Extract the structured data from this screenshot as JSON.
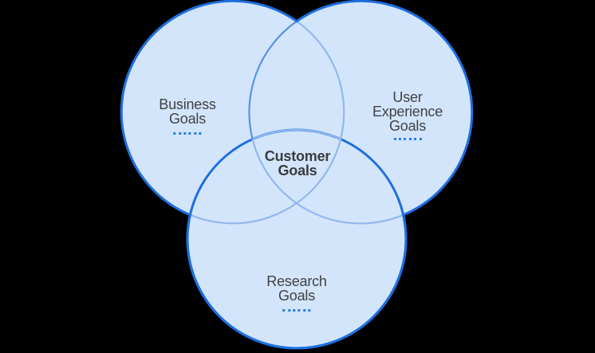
{
  "diagram": {
    "type": "venn",
    "background": "#000000",
    "colors": {
      "circle_fill": "#d3e5fa",
      "circle_stroke": "#1d6fe0",
      "inner_arc_light": "#93b7ef",
      "inner_arc_medium": "#5b91e6",
      "ellipsis": "#2579e8",
      "label_text": "#3f4245"
    },
    "sets": [
      {
        "id": "business-goals",
        "lines": [
          "Business",
          "Goals"
        ],
        "ellipsis": "· · · · · ·"
      },
      {
        "id": "user-experience-goals",
        "lines": [
          "User",
          "Experience",
          "Goals"
        ],
        "ellipsis": "· · · · · ·"
      },
      {
        "id": "research-goals",
        "lines": [
          "Research",
          "Goals"
        ],
        "ellipsis": "· · · · · ·"
      },
      {
        "id": "customer-goals",
        "lines": [
          "Customer",
          "Goals"
        ]
      }
    ]
  }
}
